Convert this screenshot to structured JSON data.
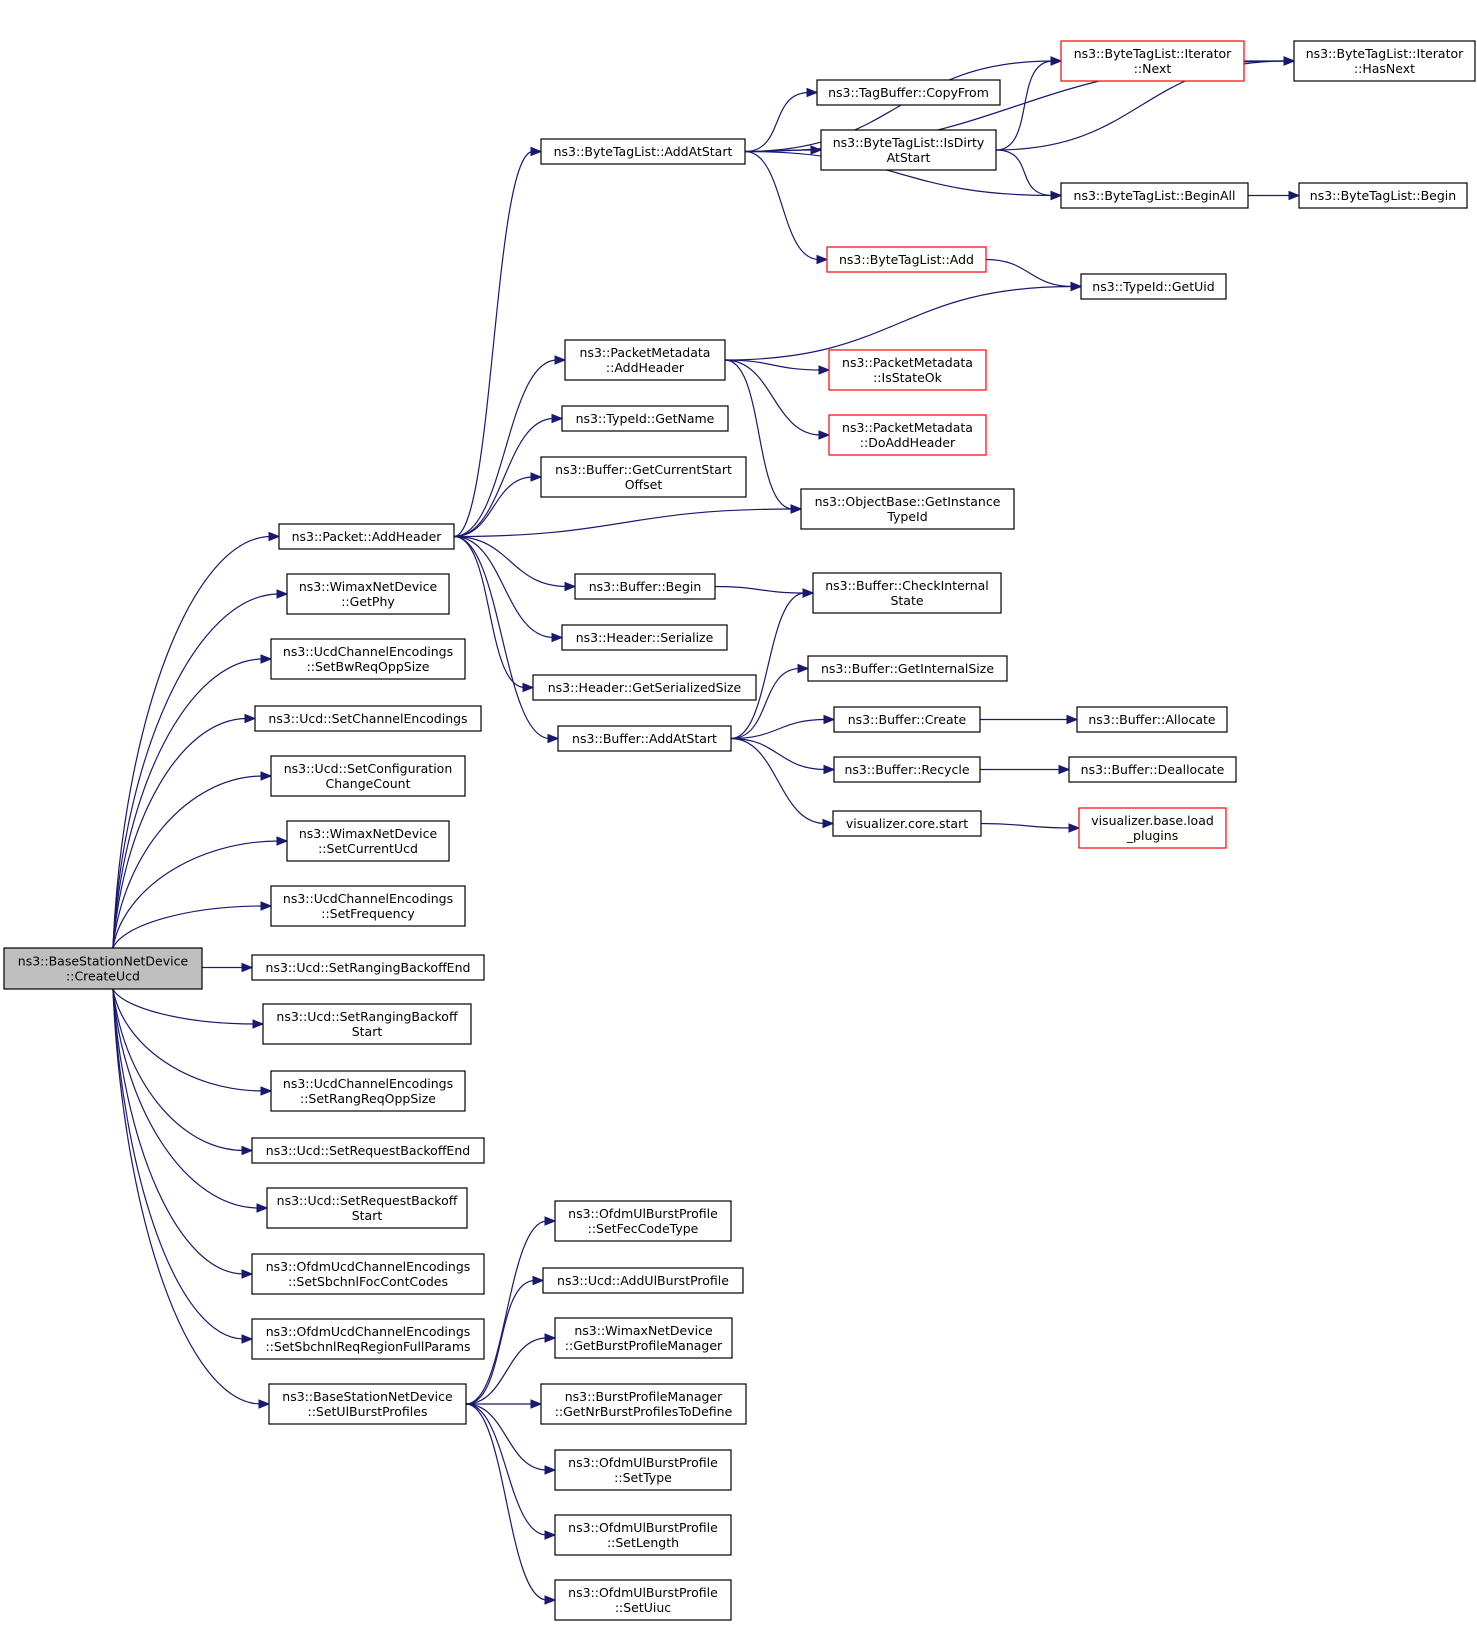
{
  "graph": {
    "colors": {
      "edge": "#191970",
      "root_fill": "#bfbfbf",
      "node_border": "#000000",
      "truncated_border": "#ff0000",
      "background": "#ffffff"
    },
    "nodes": [
      {
        "id": "root",
        "lines": [
          "ns3::BaseStationNetDevice",
          "::CreateUcd"
        ],
        "style": "root"
      },
      {
        "id": "pkt_addheader",
        "lines": [
          "ns3::Packet::AddHeader"
        ]
      },
      {
        "id": "wimax_getphy",
        "lines": [
          "ns3::WimaxNetDevice",
          "::GetPhy"
        ]
      },
      {
        "id": "ucdce_setbwreq",
        "lines": [
          "ns3::UcdChannelEncodings",
          "::SetBwReqOppSize"
        ]
      },
      {
        "id": "ucd_setchanenc",
        "lines": [
          "ns3::Ucd::SetChannelEncodings"
        ]
      },
      {
        "id": "ucd_setconfig",
        "lines": [
          "ns3::Ucd::SetConfiguration",
          "ChangeCount"
        ]
      },
      {
        "id": "wimax_setcurucd",
        "lines": [
          "ns3::WimaxNetDevice",
          "::SetCurrentUcd"
        ]
      },
      {
        "id": "ucdce_setfreq",
        "lines": [
          "ns3::UcdChannelEncodings",
          "::SetFrequency"
        ]
      },
      {
        "id": "ucd_setrangend",
        "lines": [
          "ns3::Ucd::SetRangingBackoffEnd"
        ]
      },
      {
        "id": "ucd_setrangstart",
        "lines": [
          "ns3::Ucd::SetRangingBackoff",
          "Start"
        ]
      },
      {
        "id": "ucdce_setrangreq",
        "lines": [
          "ns3::UcdChannelEncodings",
          "::SetRangReqOppSize"
        ]
      },
      {
        "id": "ucd_setreqend",
        "lines": [
          "ns3::Ucd::SetRequestBackoffEnd"
        ]
      },
      {
        "id": "ucd_setreqstart",
        "lines": [
          "ns3::Ucd::SetRequestBackoff",
          "Start"
        ]
      },
      {
        "id": "ofdmce_setfoc",
        "lines": [
          "ns3::OfdmUcdChannelEncodings",
          "::SetSbchnlFocContCodes"
        ]
      },
      {
        "id": "ofdmce_setreqreg",
        "lines": [
          "ns3::OfdmUcdChannelEncodings",
          "::SetSbchnlReqRegionFullParams"
        ]
      },
      {
        "id": "bs_setulburst",
        "lines": [
          "ns3::BaseStationNetDevice",
          "::SetUlBurstProfiles"
        ]
      },
      {
        "id": "btl_addatstart",
        "lines": [
          "ns3::ByteTagList::AddAtStart"
        ]
      },
      {
        "id": "pm_addheader",
        "lines": [
          "ns3::PacketMetadata",
          "::AddHeader"
        ]
      },
      {
        "id": "typeid_getname",
        "lines": [
          "ns3::TypeId::GetName"
        ]
      },
      {
        "id": "buf_getcurstart",
        "lines": [
          "ns3::Buffer::GetCurrentStart",
          "Offset"
        ]
      },
      {
        "id": "buf_begin",
        "lines": [
          "ns3::Buffer::Begin"
        ]
      },
      {
        "id": "hdr_serialize",
        "lines": [
          "ns3::Header::Serialize"
        ]
      },
      {
        "id": "hdr_getsersize",
        "lines": [
          "ns3::Header::GetSerializedSize"
        ]
      },
      {
        "id": "buf_addatstart",
        "lines": [
          "ns3::Buffer::AddAtStart"
        ]
      },
      {
        "id": "tagbuf_copyfrom",
        "lines": [
          "ns3::TagBuffer::CopyFrom"
        ]
      },
      {
        "id": "btl_isdirty",
        "lines": [
          "ns3::ByteTagList::IsDirty",
          "AtStart"
        ]
      },
      {
        "id": "btl_add",
        "lines": [
          "ns3::ByteTagList::Add"
        ],
        "style": "trunc"
      },
      {
        "id": "pm_isstateok",
        "lines": [
          "ns3::PacketMetadata",
          "::IsStateOk"
        ],
        "style": "trunc"
      },
      {
        "id": "pm_doaddheader",
        "lines": [
          "ns3::PacketMetadata",
          "::DoAddHeader"
        ],
        "style": "trunc"
      },
      {
        "id": "ob_getinst",
        "lines": [
          "ns3::ObjectBase::GetInstance",
          "TypeId"
        ]
      },
      {
        "id": "buf_checkint",
        "lines": [
          "ns3::Buffer::CheckInternal",
          "State"
        ]
      },
      {
        "id": "buf_getintsize",
        "lines": [
          "ns3::Buffer::GetInternalSize"
        ]
      },
      {
        "id": "buf_create",
        "lines": [
          "ns3::Buffer::Create"
        ]
      },
      {
        "id": "buf_recycle",
        "lines": [
          "ns3::Buffer::Recycle"
        ]
      },
      {
        "id": "vis_start",
        "lines": [
          "visualizer.core.start"
        ]
      },
      {
        "id": "btl_it_next",
        "lines": [
          "ns3::ByteTagList::Iterator",
          "::Next"
        ],
        "style": "trunc"
      },
      {
        "id": "btl_beginall",
        "lines": [
          "ns3::ByteTagList::BeginAll"
        ]
      },
      {
        "id": "typeid_getuid",
        "lines": [
          "ns3::TypeId::GetUid"
        ]
      },
      {
        "id": "buf_allocate",
        "lines": [
          "ns3::Buffer::Allocate"
        ]
      },
      {
        "id": "buf_dealloc",
        "lines": [
          "ns3::Buffer::Deallocate"
        ]
      },
      {
        "id": "vis_loadplugins",
        "lines": [
          "visualizer.base.load",
          "_plugins"
        ],
        "style": "trunc"
      },
      {
        "id": "btl_it_hasnext",
        "lines": [
          "ns3::ByteTagList::Iterator",
          "::HasNext"
        ]
      },
      {
        "id": "btl_begin",
        "lines": [
          "ns3::ByteTagList::Begin"
        ]
      },
      {
        "id": "ofdm_setfec",
        "lines": [
          "ns3::OfdmUlBurstProfile",
          "::SetFecCodeType"
        ]
      },
      {
        "id": "ucd_addulburst",
        "lines": [
          "ns3::Ucd::AddUlBurstProfile"
        ]
      },
      {
        "id": "wimax_getbpm",
        "lines": [
          "ns3::WimaxNetDevice",
          "::GetBurstProfileManager"
        ]
      },
      {
        "id": "bpm_getnr",
        "lines": [
          "ns3::BurstProfileManager",
          "::GetNrBurstProfilesToDefine"
        ]
      },
      {
        "id": "ofdm_settype",
        "lines": [
          "ns3::OfdmUlBurstProfile",
          "::SetType"
        ]
      },
      {
        "id": "ofdm_setlength",
        "lines": [
          "ns3::OfdmUlBurstProfile",
          "::SetLength"
        ]
      },
      {
        "id": "ofdm_setuiuc",
        "lines": [
          "ns3::OfdmUlBurstProfile",
          "::SetUiuc"
        ]
      }
    ],
    "edges": [
      [
        "root",
        "pkt_addheader"
      ],
      [
        "root",
        "wimax_getphy"
      ],
      [
        "root",
        "ucdce_setbwreq"
      ],
      [
        "root",
        "ucd_setchanenc"
      ],
      [
        "root",
        "ucd_setconfig"
      ],
      [
        "root",
        "wimax_setcurucd"
      ],
      [
        "root",
        "ucdce_setfreq"
      ],
      [
        "root",
        "ucd_setrangend"
      ],
      [
        "root",
        "ucd_setrangstart"
      ],
      [
        "root",
        "ucdce_setrangreq"
      ],
      [
        "root",
        "ucd_setreqend"
      ],
      [
        "root",
        "ucd_setreqstart"
      ],
      [
        "root",
        "ofdmce_setfoc"
      ],
      [
        "root",
        "ofdmce_setreqreg"
      ],
      [
        "root",
        "bs_setulburst"
      ],
      [
        "pkt_addheader",
        "btl_addatstart"
      ],
      [
        "pkt_addheader",
        "pm_addheader"
      ],
      [
        "pkt_addheader",
        "typeid_getname"
      ],
      [
        "pkt_addheader",
        "buf_getcurstart"
      ],
      [
        "pkt_addheader",
        "ob_getinst"
      ],
      [
        "pkt_addheader",
        "buf_begin"
      ],
      [
        "pkt_addheader",
        "hdr_serialize"
      ],
      [
        "pkt_addheader",
        "hdr_getsersize"
      ],
      [
        "pkt_addheader",
        "buf_addatstart"
      ],
      [
        "btl_addatstart",
        "btl_it_hasnext"
      ],
      [
        "btl_addatstart",
        "btl_it_next"
      ],
      [
        "btl_addatstart",
        "tagbuf_copyfrom"
      ],
      [
        "btl_addatstart",
        "btl_isdirty"
      ],
      [
        "btl_addatstart",
        "btl_beginall"
      ],
      [
        "btl_addatstart",
        "btl_add"
      ],
      [
        "btl_it_next",
        "btl_it_hasnext"
      ],
      [
        "btl_isdirty",
        "btl_it_next"
      ],
      [
        "btl_isdirty",
        "btl_it_hasnext"
      ],
      [
        "btl_isdirty",
        "btl_beginall"
      ],
      [
        "btl_beginall",
        "btl_begin"
      ],
      [
        "btl_add",
        "typeid_getuid"
      ],
      [
        "pm_addheader",
        "typeid_getuid"
      ],
      [
        "pm_addheader",
        "pm_isstateok"
      ],
      [
        "pm_addheader",
        "pm_doaddheader"
      ],
      [
        "pm_addheader",
        "ob_getinst"
      ],
      [
        "buf_begin",
        "buf_checkint"
      ],
      [
        "buf_addatstart",
        "buf_checkint"
      ],
      [
        "buf_addatstart",
        "buf_getintsize"
      ],
      [
        "buf_addatstart",
        "buf_create"
      ],
      [
        "buf_addatstart",
        "buf_recycle"
      ],
      [
        "buf_addatstart",
        "vis_start"
      ],
      [
        "buf_create",
        "buf_allocate"
      ],
      [
        "buf_recycle",
        "buf_dealloc"
      ],
      [
        "vis_start",
        "vis_loadplugins"
      ],
      [
        "bs_setulburst",
        "ofdm_setfec"
      ],
      [
        "bs_setulburst",
        "ucd_addulburst"
      ],
      [
        "bs_setulburst",
        "wimax_getbpm"
      ],
      [
        "bs_setulburst",
        "bpm_getnr"
      ],
      [
        "bs_setulburst",
        "ofdm_settype"
      ],
      [
        "bs_setulburst",
        "ofdm_setlength"
      ],
      [
        "bs_setulburst",
        "ofdm_setuiuc"
      ]
    ]
  }
}
